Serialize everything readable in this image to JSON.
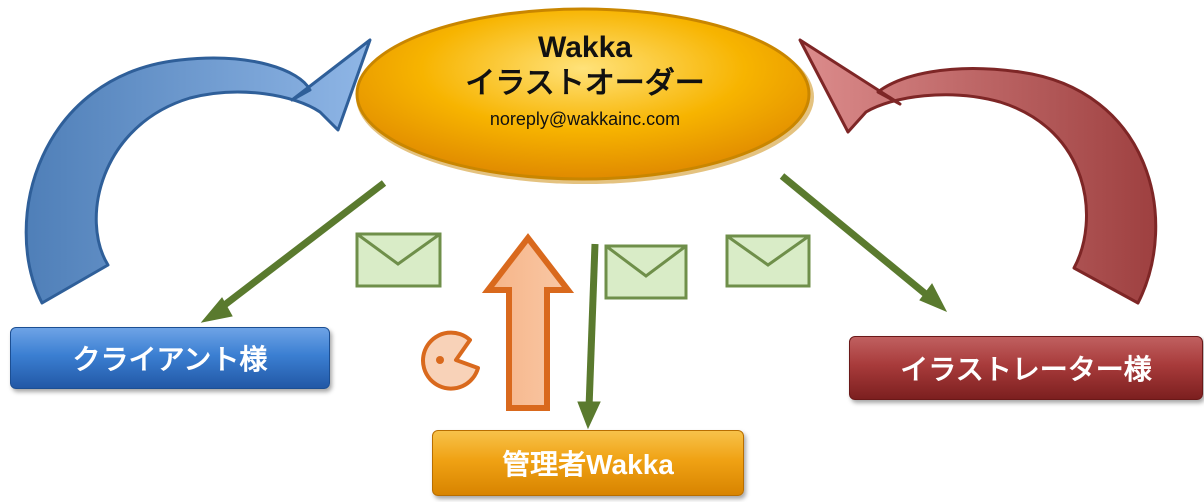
{
  "hub": {
    "title_line1": "Wakka",
    "title_line2": "イラストオーダー",
    "email": "noreply@wakkainc.com"
  },
  "nodes": {
    "client": "クライアント様",
    "illustrator": "イラストレーター様",
    "admin": "管理者Wakka"
  },
  "colors": {
    "hub_orange": "#f5a400",
    "client_blue": "#3b7fd2",
    "illustrator_red": "#a83b3b",
    "admin_orange": "#f0a214",
    "arrow_green": "#5a7a2e",
    "envelope_fill": "#d9ecc7"
  },
  "icons": [
    "envelope-icon",
    "pacman-icon"
  ]
}
